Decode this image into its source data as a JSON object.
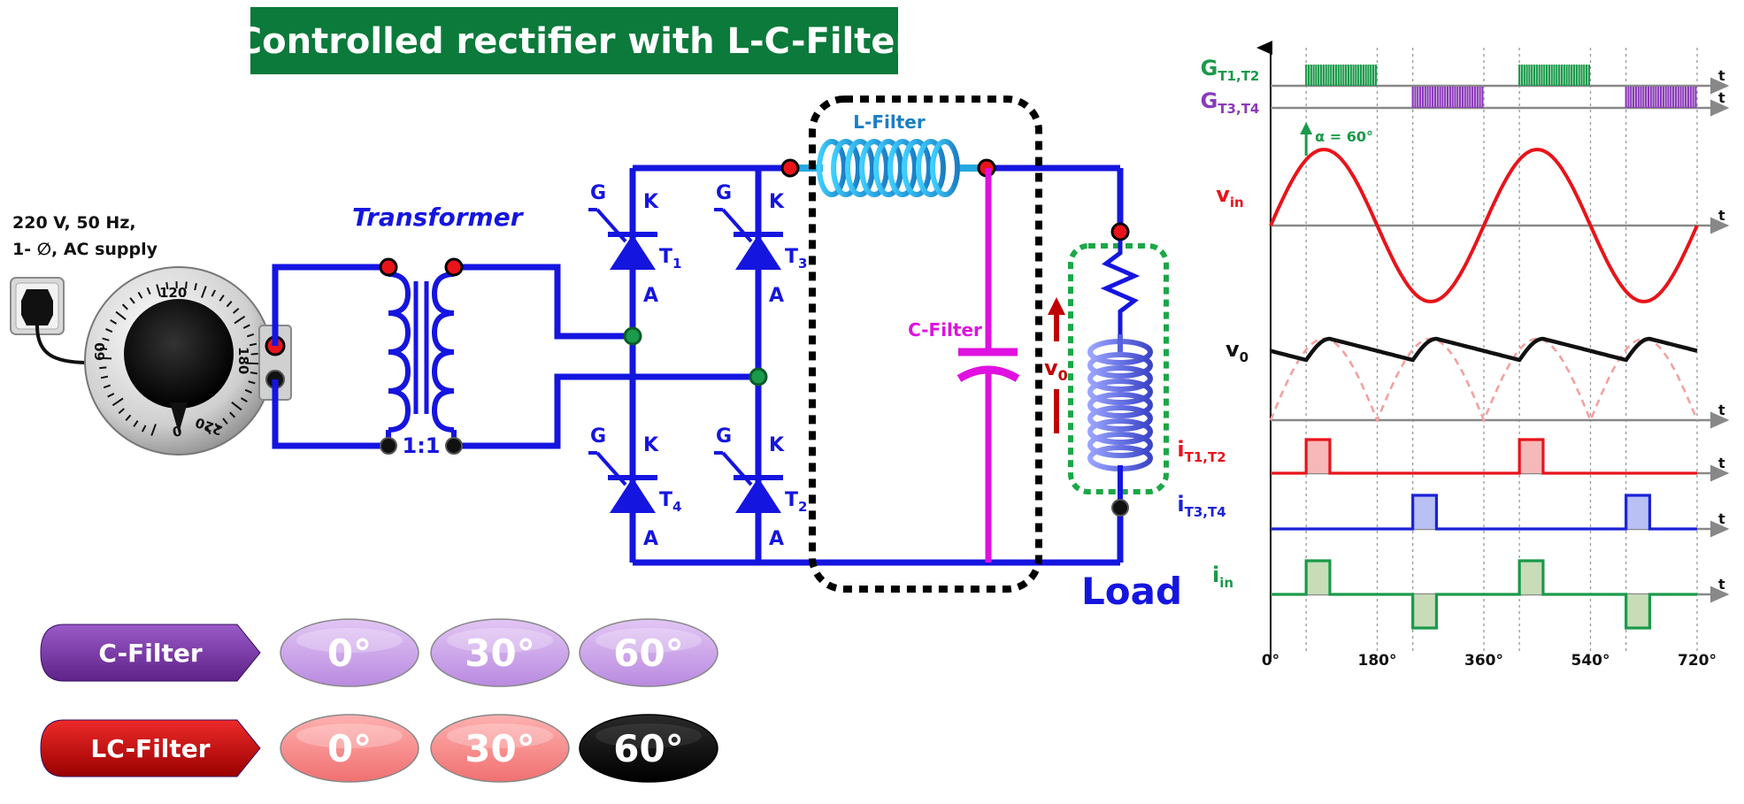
{
  "title": "Controlled rectifier with L-C-Filter",
  "supply": {
    "line1": "220 V, 50 Hz,",
    "line2": "1- ∅, AC supply",
    "dial_ticks": [
      "0",
      "60",
      "120",
      "180",
      "220"
    ]
  },
  "circuit": {
    "transformer_label": "Transformer",
    "ratio_label": "1:1",
    "thyristors": [
      {
        "name": "T",
        "sub": "1",
        "gate": "G",
        "cathode": "K",
        "anode": "A"
      },
      {
        "name": "T",
        "sub": "3",
        "gate": "G",
        "cathode": "K",
        "anode": "A"
      },
      {
        "name": "T",
        "sub": "4",
        "gate": "G",
        "cathode": "K",
        "anode": "A"
      },
      {
        "name": "T",
        "sub": "2",
        "gate": "G",
        "cathode": "K",
        "anode": "A"
      }
    ],
    "l_filter_label": "L-Filter",
    "c_filter_label": "C-Filter",
    "vo_label": "v",
    "vo_sub": "0",
    "load_label": "Load"
  },
  "waveforms": {
    "rows": [
      {
        "label": "G",
        "sub": "T1,T2",
        "color": "#1a9a4a"
      },
      {
        "label": "G",
        "sub": "T3,T4",
        "color": "#8a3ab9"
      },
      {
        "label": "v",
        "sub": "in",
        "color": "#e8141a"
      },
      {
        "label": "v",
        "sub": "0",
        "color": "#111111"
      },
      {
        "label": "i",
        "sub": "T1,T2",
        "color": "#e8141a"
      },
      {
        "label": "i",
        "sub": "T3,T4",
        "color": "#1a22d8"
      },
      {
        "label": "i",
        "sub": "in",
        "color": "#1a9a4a"
      }
    ],
    "t_label": "t",
    "alpha_label": "α = 60°",
    "x_ticks": [
      "0°",
      "180°",
      "360°",
      "540°",
      "720°"
    ]
  },
  "controls": {
    "c_filter": {
      "label": "C-Filter",
      "color": "#7a3aa8",
      "options": [
        {
          "label": "0°",
          "selected": false
        },
        {
          "label": "30°",
          "selected": false
        },
        {
          "label": "60°",
          "selected": false
        }
      ]
    },
    "lc_filter": {
      "label": "LC-Filter",
      "color": "#cc0a0a",
      "options": [
        {
          "label": "0°",
          "selected": false
        },
        {
          "label": "30°",
          "selected": false
        },
        {
          "label": "60°",
          "selected": true
        }
      ]
    }
  }
}
